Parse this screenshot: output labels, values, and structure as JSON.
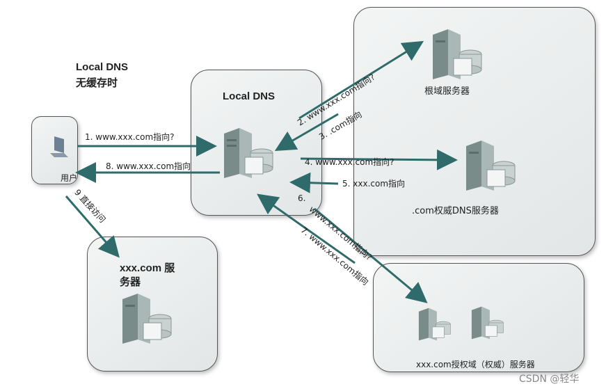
{
  "title": {
    "line1": "Local DNS",
    "line2": "无缓存时"
  },
  "nodes": {
    "user": "用户",
    "local_dns": "Local DNS",
    "root": "根域服务器",
    "com_tld": ".com权威DNS服务器",
    "auth": "xxx.com授权域（权威）服务器",
    "target_line1": "xxx.com 服",
    "target_line2": "务器"
  },
  "steps": {
    "s1": "1.  www.xxx.com指向?",
    "s8": "8.  www.xxx.com指向",
    "s9": "9 直接访问",
    "s2": "2.  www.xxx.com指向?",
    "s3": "3.   .com指向",
    "s4": "4.   www.xxx.com指向?",
    "s5": "5.  xxx.com指向",
    "s6": "6.",
    "s6b": "www.xxx.com指向?",
    "s7": "7.  www.xxx.com指向"
  },
  "watermark": "CSDN @轻华",
  "colors": {
    "arrow": "#2e6b6a",
    "box_border": "#555555"
  }
}
